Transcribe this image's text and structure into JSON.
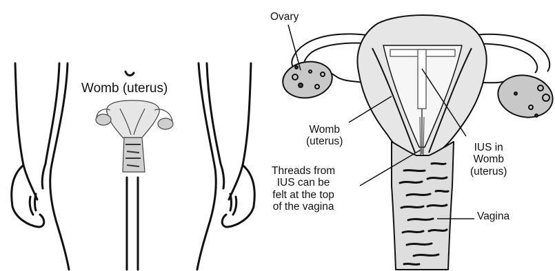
{
  "labels": {
    "womb_small": "Womb (uterus)",
    "ovary": "Ovary",
    "womb": "Womb\n(uterus)",
    "ius": "IUS in\nWomb\n(uterus)",
    "threads": "Threads from\nIUS can be\nfelt at the top\nof the vagina",
    "vagina": "Vagina"
  },
  "colors": {
    "line": "#111111",
    "tissue": "#e4e4e4",
    "ovary": "#c8c8c8",
    "background": "#ffffff"
  }
}
